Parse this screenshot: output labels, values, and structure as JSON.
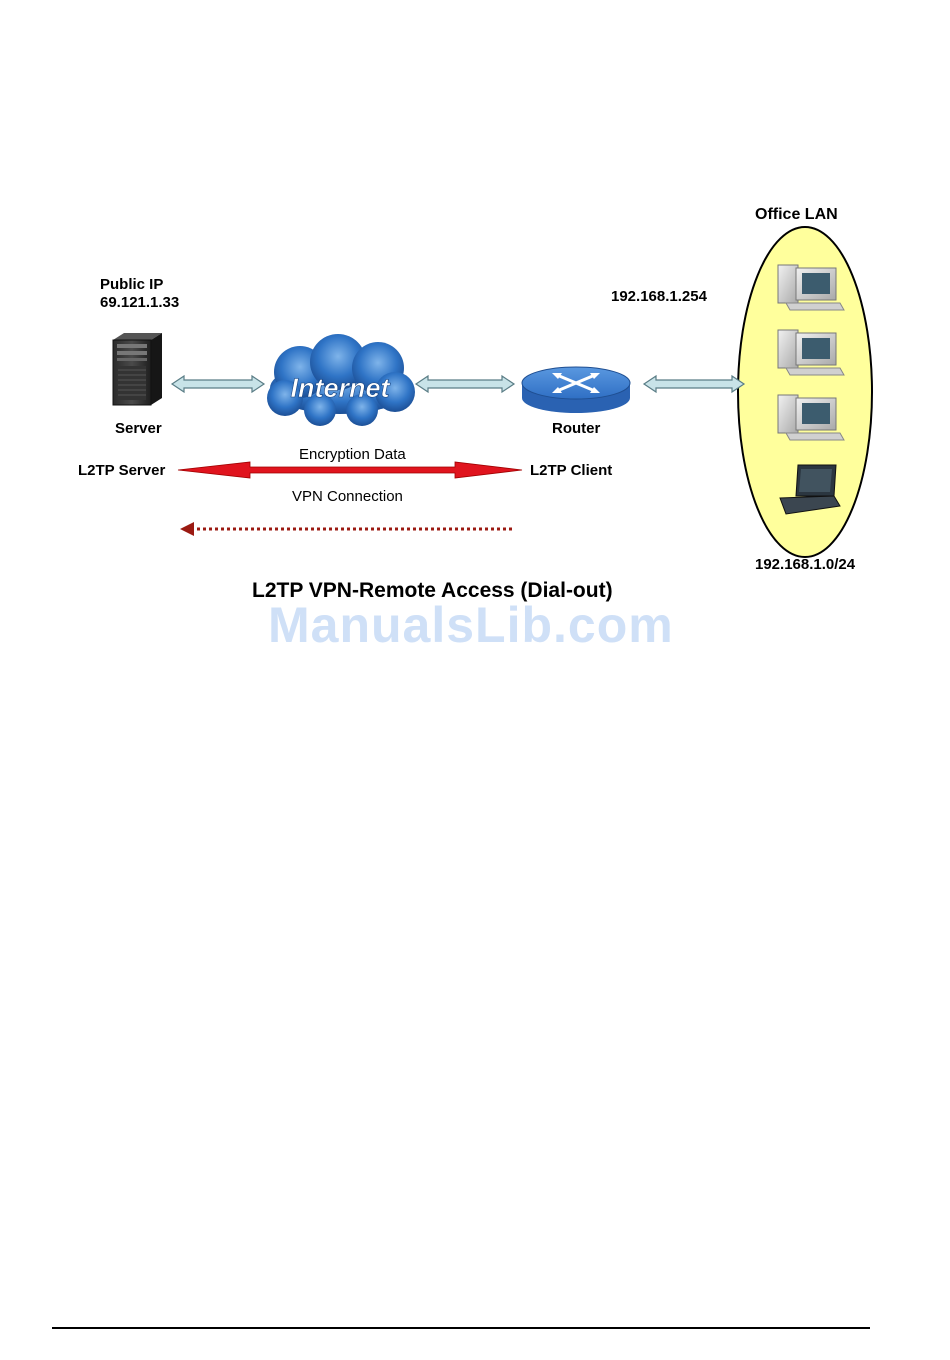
{
  "labels": {
    "public_ip_title": "Public IP",
    "public_ip_value": "69.121.1.33",
    "router_ip": "192.168.1.254",
    "office_lan": "Office LAN",
    "server": "Server",
    "router": "Router",
    "internet": "Internet",
    "encryption_data": "Encryption Data",
    "l2tp_server": "L2TP Server",
    "l2tp_client": "L2TP Client",
    "vpn_connection": "VPN Connection",
    "lan_subnet": "192.168.1.0/24"
  },
  "caption": "L2TP VPN-Remote Access (Dial-out)",
  "watermark": "ManualsLib.com",
  "colors": {
    "encryption_arrow": "#e0141e",
    "dial_direction_arrow": "#9b1a12",
    "link_arrow_fill": "#c8e3e8",
    "link_arrow_stroke": "#5a7d86",
    "lan_ellipse_fill": "#ffff9c",
    "cloud_blue": "#2f74c6",
    "router_blue": "#2f6fc4",
    "watermark": "#cfe0f7"
  },
  "icons": {
    "server": "tower-server-icon",
    "internet": "internet-cloud-icon",
    "router": "router-icon",
    "desktop": "desktop-pc-icon",
    "laptop": "laptop-icon"
  }
}
